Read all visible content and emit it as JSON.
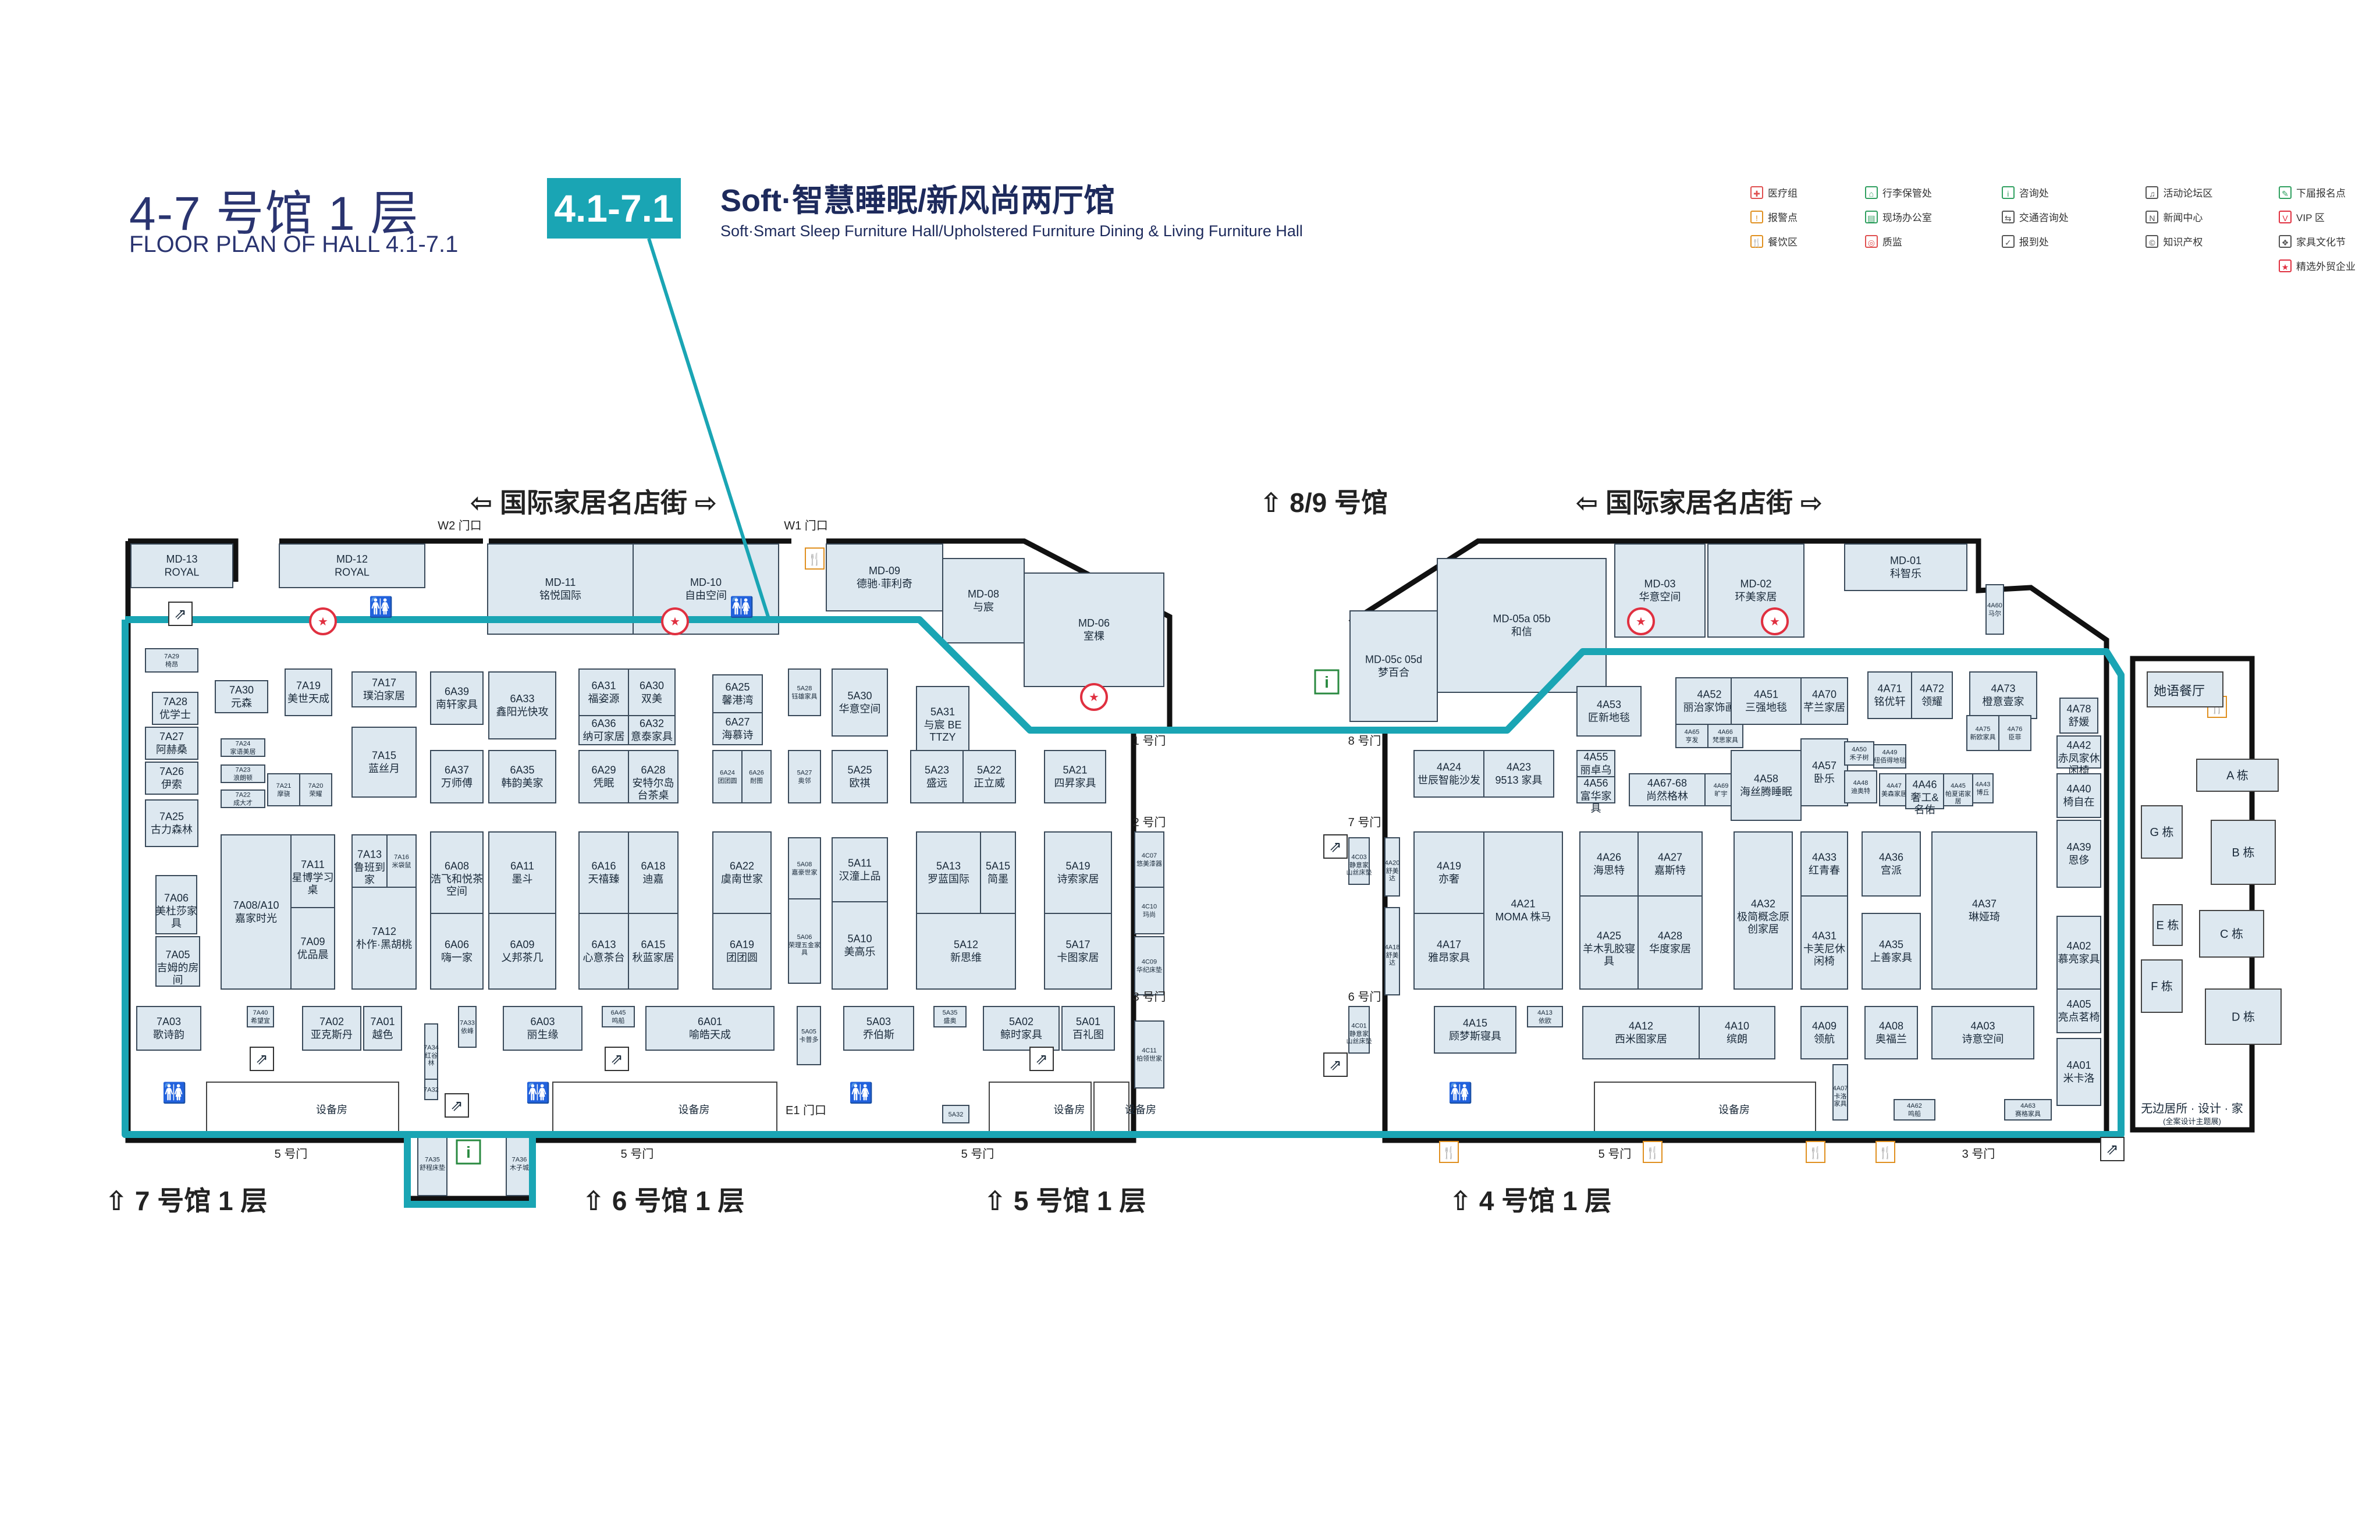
{
  "title": {
    "cn": "4-7 号馆 1 层",
    "en": "FLOOR PLAN OF HALL 4.1-7.1"
  },
  "hall_code": "4.1-7.1",
  "hall_name": {
    "cn": "Soft·智慧睡眠/新风尚两厅馆",
    "en": "Soft·Smart Sleep Furniture Hall/Upholstered Furniture Dining & Living Furniture Hall"
  },
  "legend": [
    {
      "icon": "medical-icon",
      "label": "医疗组",
      "color": "#e05050"
    },
    {
      "icon": "police-icon",
      "label": "报警点",
      "color": "#e09020"
    },
    {
      "icon": "dining-icon",
      "label": "餐饮区",
      "color": "#e09020"
    },
    {
      "icon": "luggage-icon",
      "label": "行李保管处",
      "color": "#30a060"
    },
    {
      "icon": "office-icon",
      "label": "现场办公室",
      "color": "#30a060"
    },
    {
      "icon": "quality-icon",
      "label": "质监",
      "color": "#e05050"
    },
    {
      "icon": "info-icon",
      "label": "咨询处",
      "color": "#30a060"
    },
    {
      "icon": "traffic-icon",
      "label": "交通咨询处",
      "color": "#555555"
    },
    {
      "icon": "checkin-icon",
      "label": "报到处",
      "color": "#555555"
    },
    {
      "icon": "forum-icon",
      "label": "活动论坛区",
      "color": "#555555"
    },
    {
      "icon": "news-icon",
      "label": "新闻中心",
      "color": "#555555"
    },
    {
      "icon": "ip-icon",
      "label": "知识产权",
      "color": "#555555"
    },
    {
      "icon": "next-register-icon",
      "label": "下届报名点",
      "color": "#30a060"
    },
    {
      "icon": "vip-icon",
      "label": "VIP 区",
      "color": "#e03040"
    },
    {
      "icon": "culture-icon",
      "label": "家具文化节",
      "color": "#555555"
    },
    {
      "icon": "foreign-trade-icon",
      "label": "精选外贸企业",
      "color": "#e03040"
    }
  ],
  "streets": [
    {
      "label": "⇦ 国际家居名店街 ⇨"
    },
    {
      "label": "⇦ 国际家居名店街 ⇨"
    }
  ],
  "hall_labels": [
    {
      "label": "⇧ 8/9 号馆"
    },
    {
      "label": "⇧ 7 号馆 1 层"
    },
    {
      "label": "⇧ 6 号馆 1 层"
    },
    {
      "label": "⇧ 5 号馆 1 层"
    },
    {
      "label": "⇧ 4 号馆 1 层"
    }
  ],
  "doors": [
    "W2 门口",
    "W1 门口",
    "1 号门",
    "2 号门",
    "3 号门",
    "8 号门",
    "7 号门",
    "6 号门",
    "5 号门",
    "5 号门",
    "5 号门",
    "5 号门",
    "3 号门",
    "E1 门口"
  ],
  "facilities": [
    "设备房",
    "设备房",
    "设备房",
    "设备房",
    "设备房"
  ],
  "booths": [
    {
      "code": "MD-13",
      "name": "ROYAL"
    },
    {
      "code": "MD-12",
      "name": "ROYAL"
    },
    {
      "code": "MD-11",
      "name": "铭悦国际"
    },
    {
      "code": "MD-10",
      "name": "自由空间"
    },
    {
      "code": "MD-09",
      "name": "德驰·菲利奇"
    },
    {
      "code": "MD-08",
      "name": "与宸"
    },
    {
      "code": "MD-06",
      "name": "室棵"
    },
    {
      "code": "MD-05c 05d",
      "name": "梦百合"
    },
    {
      "code": "MD-05a 05b",
      "name": "和信"
    },
    {
      "code": "MD-03",
      "name": "华意空间"
    },
    {
      "code": "MD-02",
      "name": "环美家居"
    },
    {
      "code": "MD-01",
      "name": "科智乐"
    },
    {
      "code": "7A29",
      "name": "椅昂"
    },
    {
      "code": "7A28",
      "name": "优学士"
    },
    {
      "code": "7A27",
      "name": "阿赫桑"
    },
    {
      "code": "7A26",
      "name": "伊索"
    },
    {
      "code": "7A25",
      "name": "古力森林"
    },
    {
      "code": "7A30",
      "name": "元森"
    },
    {
      "code": "7A24",
      "name": "家语美居"
    },
    {
      "code": "7A23",
      "name": "浪朗顿"
    },
    {
      "code": "7A22",
      "name": "成大才"
    },
    {
      "code": "7A21",
      "name": "摩骁"
    },
    {
      "code": "7A20",
      "name": "荣耀"
    },
    {
      "code": "7A19",
      "name": "美世天成"
    },
    {
      "code": "7A17",
      "name": "璞泊家居"
    },
    {
      "code": "7A15",
      "name": "蓝丝月"
    },
    {
      "code": "7A06",
      "name": "美杜莎家具"
    },
    {
      "code": "7A05",
      "name": "吉姆的房间"
    },
    {
      "code": "7A08/A10",
      "name": "嘉家时光"
    },
    {
      "code": "7A11",
      "name": "星博学习桌"
    },
    {
      "code": "7A09",
      "name": "优品晨"
    },
    {
      "code": "7A13",
      "name": "鲁班到家"
    },
    {
      "code": "7A16",
      "name": "米袋鼠"
    },
    {
      "code": "7A12",
      "name": "朴作·黑胡桃"
    },
    {
      "code": "7A03",
      "name": "歌诗韵"
    },
    {
      "code": "7A40",
      "name": "希望宜"
    },
    {
      "code": "7A02",
      "name": "亚克斯丹"
    },
    {
      "code": "7A01",
      "name": "越色"
    },
    {
      "code": "7A33",
      "name": "依峰"
    },
    {
      "code": "7A34",
      "name": "红谷林"
    },
    {
      "code": "7A32",
      "name": ""
    },
    {
      "code": "7A35",
      "name": "舒程床垫"
    },
    {
      "code": "7A36",
      "name": "木子城"
    },
    {
      "code": "6A39",
      "name": "南轩家具"
    },
    {
      "code": "6A37",
      "name": "万师傅"
    },
    {
      "code": "6A33",
      "name": "鑫阳光快攻"
    },
    {
      "code": "6A35",
      "name": "韩韵美家"
    },
    {
      "code": "6A31",
      "name": "福姿源"
    },
    {
      "code": "6A30",
      "name": "双美"
    },
    {
      "code": "6A36",
      "name": "纳可家居"
    },
    {
      "code": "6A32",
      "name": "意泰家具"
    },
    {
      "code": "6A29",
      "name": "凭眠"
    },
    {
      "code": "6A28",
      "name": "安特尔岛台茶桌"
    },
    {
      "code": "6A08",
      "name": "浩飞和悦茶空间"
    },
    {
      "code": "6A11",
      "name": "墨斗"
    },
    {
      "code": "6A16",
      "name": "天禧臻"
    },
    {
      "code": "6A18",
      "name": "迪嘉"
    },
    {
      "code": "6A06",
      "name": "嗨一家"
    },
    {
      "code": "6A09",
      "name": "乂邦茶几"
    },
    {
      "code": "6A13",
      "name": "心意茶台"
    },
    {
      "code": "6A15",
      "name": "秋蓝家居"
    },
    {
      "code": "6A03",
      "name": "丽生缘"
    },
    {
      "code": "6A45",
      "name": "鸣船"
    },
    {
      "code": "6A01",
      "name": "喻皓天成"
    },
    {
      "code": "6A25",
      "name": "馨港湾"
    },
    {
      "code": "6A27",
      "name": "海慕诗"
    },
    {
      "code": "6A24",
      "name": "团团圆"
    },
    {
      "code": "6A26",
      "name": "耐图"
    },
    {
      "code": "6A22",
      "name": "虞南世家"
    },
    {
      "code": "6A19",
      "name": "团团圆"
    },
    {
      "code": "5A28",
      "name": "钰雄家具"
    },
    {
      "code": "5A27",
      "name": "奥邻"
    },
    {
      "code": "5A08",
      "name": "嘉豪世家"
    },
    {
      "code": "5A06",
      "name": "荣理五金家具"
    },
    {
      "code": "5A05",
      "name": "卡普多"
    },
    {
      "code": "5A30",
      "name": "华意空间"
    },
    {
      "code": "5A25",
      "name": "欧祺"
    },
    {
      "code": "5A11",
      "name": "汉潼上品"
    },
    {
      "code": "5A10",
      "name": "美高乐"
    },
    {
      "code": "5A03",
      "name": "乔伯斯"
    },
    {
      "code": "5A35",
      "name": "盛奥"
    },
    {
      "code": "5A31",
      "name": "与宸 BETTZY"
    },
    {
      "code": "5A23",
      "name": "盛远"
    },
    {
      "code": "5A22",
      "name": "正立威"
    },
    {
      "code": "5A21",
      "name": "四昇家具"
    },
    {
      "code": "5A13",
      "name": "罗蓝国际"
    },
    {
      "code": "5A15",
      "name": "简墨"
    },
    {
      "code": "5A19",
      "name": "诗索家居"
    },
    {
      "code": "5A12",
      "name": "新思维"
    },
    {
      "code": "5A17",
      "name": "卡图家居"
    },
    {
      "code": "5A02",
      "name": "鲸时家具"
    },
    {
      "code": "5A01",
      "name": "百礼图"
    },
    {
      "code": "5A32",
      "name": ""
    },
    {
      "code": "4C07",
      "name": "悠美漆器"
    },
    {
      "code": "4C10",
      "name": "玛尚"
    },
    {
      "code": "4C09",
      "name": "华纪床垫"
    },
    {
      "code": "4C11",
      "name": "柏领世家"
    },
    {
      "code": "4C03",
      "name": "静意家山丝床垫"
    },
    {
      "code": "4C01",
      "name": "静意家山丝床垫"
    },
    {
      "code": "4A20",
      "name": "舒美达"
    },
    {
      "code": "4A18",
      "name": "舒美达"
    },
    {
      "code": "4A24",
      "name": "世辰智能沙发"
    },
    {
      "code": "4A23",
      "name": "9513 家具"
    },
    {
      "code": "4A53",
      "name": "匠新地毯"
    },
    {
      "code": "4A55",
      "name": "丽卓乌鲁瓦纳"
    },
    {
      "code": "4A56",
      "name": "富华家具"
    },
    {
      "code": "4A52",
      "name": "丽治家饰画"
    },
    {
      "code": "4A65",
      "name": "亨发"
    },
    {
      "code": "4A66",
      "name": "梵思家具"
    },
    {
      "code": "4A67-68",
      "name": "尚然格林"
    },
    {
      "code": "4A69",
      "name": "旷宇"
    },
    {
      "code": "4A51",
      "name": "三强地毯"
    },
    {
      "code": "4A70",
      "name": "芊兰家居"
    },
    {
      "code": "4A71",
      "name": "铭优轩"
    },
    {
      "code": "4A72",
      "name": "领耀"
    },
    {
      "code": "4A73",
      "name": "橙意壹家"
    },
    {
      "code": "4A78",
      "name": "舒媛"
    },
    {
      "code": "4A58",
      "name": "海丝腾睡眠"
    },
    {
      "code": "4A57",
      "name": "卧乐"
    },
    {
      "code": "4A50",
      "name": "禾子树"
    },
    {
      "code": "4A49",
      "name": "纽佰得地毯"
    },
    {
      "code": "4A48",
      "name": "迪奥特"
    },
    {
      "code": "4A47",
      "name": "美森家居"
    },
    {
      "code": "4A46",
      "name": "奢工&名佑"
    },
    {
      "code": "4A45",
      "name": "帕夏诺家居"
    },
    {
      "code": "4A43",
      "name": "博丘"
    },
    {
      "code": "4A75",
      "name": "新欧家具"
    },
    {
      "code": "4A76",
      "name": "臣菲"
    },
    {
      "code": "4A42",
      "name": "赤凤家休闲椅"
    },
    {
      "code": "4A40",
      "name": "椅自在"
    },
    {
      "code": "4A19",
      "name": "亦奢"
    },
    {
      "code": "4A17",
      "name": "雅昂家具"
    },
    {
      "code": "4A21",
      "name": "MOMA 株马"
    },
    {
      "code": "4A26",
      "name": "海思特"
    },
    {
      "code": "4A27",
      "name": "嘉斯特"
    },
    {
      "code": "4A25",
      "name": "羊木乳胶寝具"
    },
    {
      "code": "4A28",
      "name": "华度家居"
    },
    {
      "code": "4A32",
      "name": "极简概念原创家居"
    },
    {
      "code": "4A33",
      "name": "红青春"
    },
    {
      "code": "4A31",
      "name": "卡芙尼休闲椅"
    },
    {
      "code": "4A36",
      "name": "宫派"
    },
    {
      "code": "4A35",
      "name": "上善家具"
    },
    {
      "code": "4A37",
      "name": "琳娅琦"
    },
    {
      "code": "4A39",
      "name": "恩侈"
    },
    {
      "code": "4A02",
      "name": "慕亮家具"
    },
    {
      "code": "4A05",
      "name": "亮点茗椅"
    },
    {
      "code": "4A01",
      "name": "米卡洛"
    },
    {
      "code": "4A15",
      "name": "顾梦斯寝具"
    },
    {
      "code": "4A13",
      "name": "依欧"
    },
    {
      "code": "4A12",
      "name": "西米图家居"
    },
    {
      "code": "4A10",
      "name": "缤朗"
    },
    {
      "code": "4A09",
      "name": "领航"
    },
    {
      "code": "4A08",
      "name": "奥福兰"
    },
    {
      "code": "4A03",
      "name": "诗意空间"
    },
    {
      "code": "4A07",
      "name": "卡洛家具"
    },
    {
      "code": "4A62",
      "name": "鸣船"
    },
    {
      "code": "4A63",
      "name": "赛格家具"
    },
    {
      "code": "4A60",
      "name": "马尔"
    }
  ],
  "side_area": {
    "restaurant": "她语餐厅",
    "buildings": [
      "A 栋",
      "B 栋",
      "C 栋",
      "D 栋",
      "E 栋",
      "F 栋",
      "G 栋"
    ],
    "footer": "无边居所 · 设计 · 家",
    "footer_sub": "(全案设计主题展)"
  },
  "colors": {
    "booth_fill": "#dde8f0",
    "booth_stroke": "#3a4a5a",
    "route": "#1aa5b4",
    "wall": "#111111",
    "accent": "#1aa5b4",
    "title": "#2a3470"
  }
}
